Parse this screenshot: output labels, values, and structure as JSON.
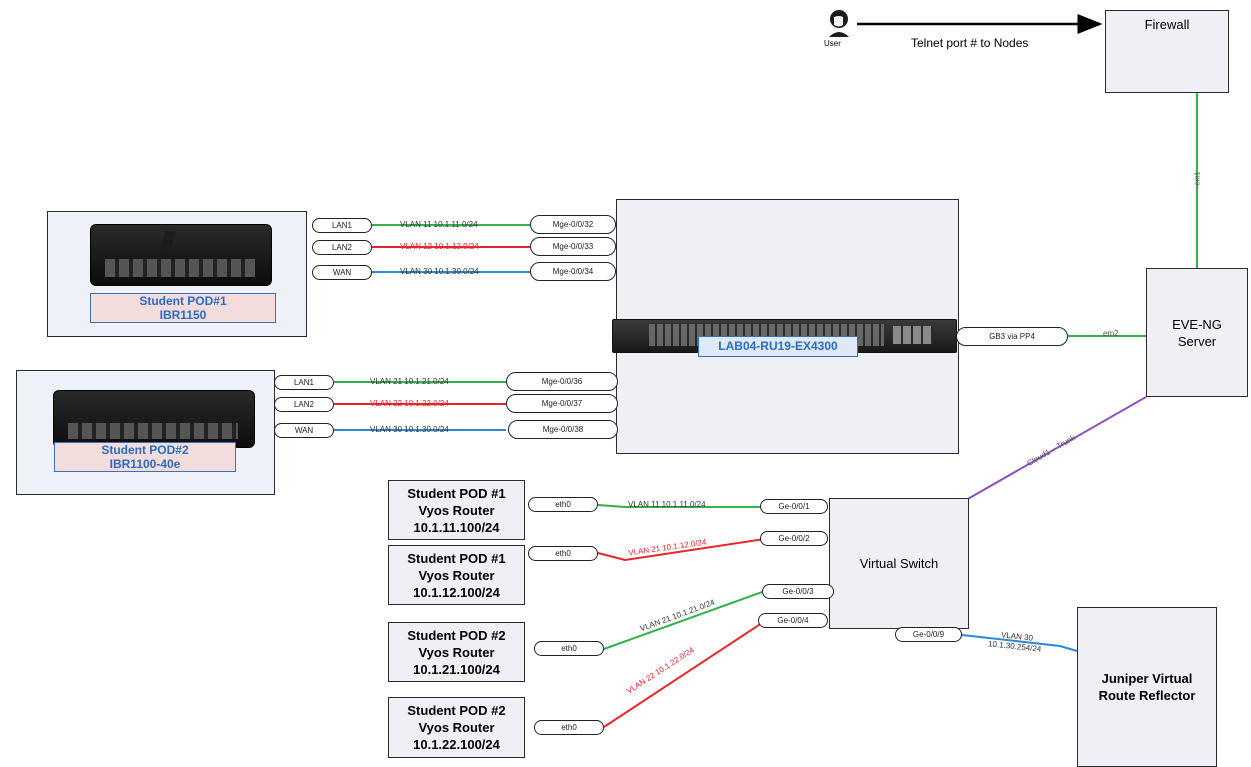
{
  "header": {
    "user_label": "User",
    "telnet_label": "Telnet port # to Nodes"
  },
  "nodes": {
    "firewall": "Firewall",
    "eve_ng": "EVE-NG\nServer",
    "virtual_switch": "Virtual Switch",
    "route_reflector": "Juniper Virtual\nRoute Reflector",
    "ex4300_label": "LAB04-RU19-EX4300",
    "pod1_label": "Student POD#1\nIBR1150",
    "pod2_label": "Student POD#2\nIBR1100-40e"
  },
  "vyos_routers": [
    {
      "text": "Student POD #1\nVyos Router\n10.1.11.100/24",
      "port": "eth0"
    },
    {
      "text": "Student POD #1\nVyos Router\n10.1.12.100/24",
      "port": "eth0"
    },
    {
      "text": "Student POD #2\nVyos Router\n10.1.21.100/24",
      "port": "eth0"
    },
    {
      "text": "Student POD #2\nVyos Router\n10.1.22.100/24",
      "port": "eth0"
    }
  ],
  "pod1_links": [
    {
      "port": "LAN1",
      "vlan": "VLAN 11 10.1.11.0/24",
      "switch_port": "Mge-0/0/32",
      "color": "#2fb24a"
    },
    {
      "port": "LAN2",
      "vlan": "VLAN 12 10.1.12.0/24",
      "switch_port": "Mge-0/0/33",
      "color": "#e8262a"
    },
    {
      "port": "WAN",
      "vlan": "VLAN 30 10.1.30.0/24",
      "switch_port": "Mge-0/0/34",
      "color": "#2a8bd6"
    }
  ],
  "pod2_links": [
    {
      "port": "LAN1",
      "vlan": "VLAN 21 10.1.21.0/24",
      "switch_port": "Mge-0/0/36",
      "color": "#2fb24a"
    },
    {
      "port": "LAN2",
      "vlan": "VLAN 22 10.1.22.0/24",
      "switch_port": "Mge-0/0/37",
      "color": "#e8262a"
    },
    {
      "port": "WAN",
      "vlan": "VLAN 30 10.1.30.0/24",
      "switch_port": "Mge-0/0/38",
      "color": "#2a8bd6"
    }
  ],
  "vswitch_links": [
    {
      "vlan": "VLAN 11 10.1.11.0/24",
      "switch_port": "Ge-0/0/1",
      "color": "#2fb24a"
    },
    {
      "vlan": "VLAN 21 10.1.12.0/24",
      "switch_port": "Ge-0/0/2",
      "color": "#e8262a"
    },
    {
      "vlan": "VLAN 21 10.1.21.0/24",
      "switch_port": "Ge-0/0/3",
      "color": "#2fb24a"
    },
    {
      "vlan": "VLAN 22 10.1.22.0/24",
      "switch_port": "Ge-0/0/4",
      "color": "#e8262a"
    }
  ],
  "uplinks": {
    "ex_port": "GB3 via PP4",
    "ex_em": "em2",
    "fw_em": "em1",
    "trunk": "Cloud1 – Trunk",
    "rr_port": "Ge-0/0/9",
    "rr_vlan_line1": "VLAN 30",
    "rr_vlan_line2": "10.1.30.254/24"
  },
  "colors": {
    "green": "#2fb24a",
    "red": "#e8262a",
    "blue": "#2a8bd6",
    "purple": "#8a4fc4",
    "box_fill": "#eef0f6",
    "label_blue": "#2a6bc4",
    "label_fill": "#f3dcdc"
  }
}
